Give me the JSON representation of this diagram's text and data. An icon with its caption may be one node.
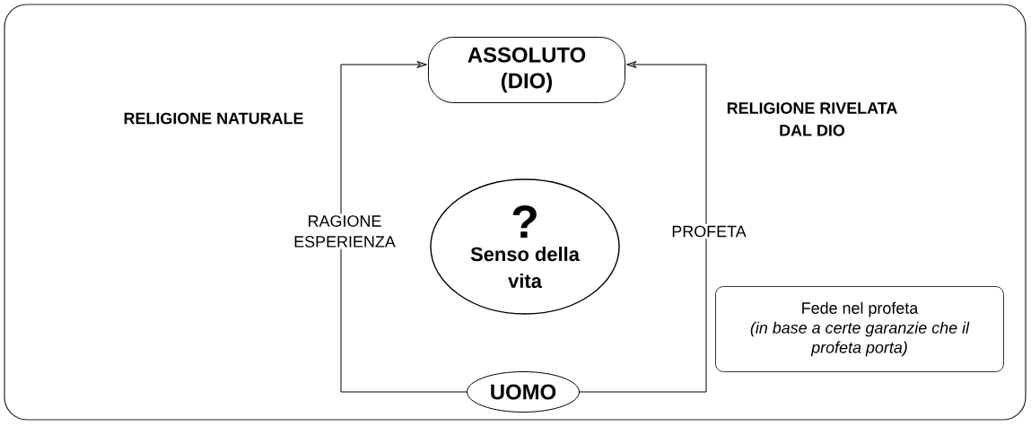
{
  "diagram": {
    "nodes": [
      {
        "text": [
          "ASSOLUTO (DIO)"
        ]
      },
      {
        "text": [
          "?",
          "Senso della vita"
        ]
      },
      {
        "text": [
          "Fede nel profeta",
          "(in base a certe garanzie che il profeta porta)"
        ]
      },
      {
        "text": [
          "UOMO"
        ]
      }
    ],
    "edges": [
      {
        "from": 3,
        "to": 0,
        "arrow": "to",
        "label": "RAGIONE ESPERIENZA"
      },
      {
        "from": 3,
        "to": 0,
        "arrow": "to",
        "label": "PROFETA"
      }
    ],
    "labels": [
      "RELIGIONE NATURALE",
      "RELIGIONE RIVELATA DAL DIO"
    ]
  }
}
